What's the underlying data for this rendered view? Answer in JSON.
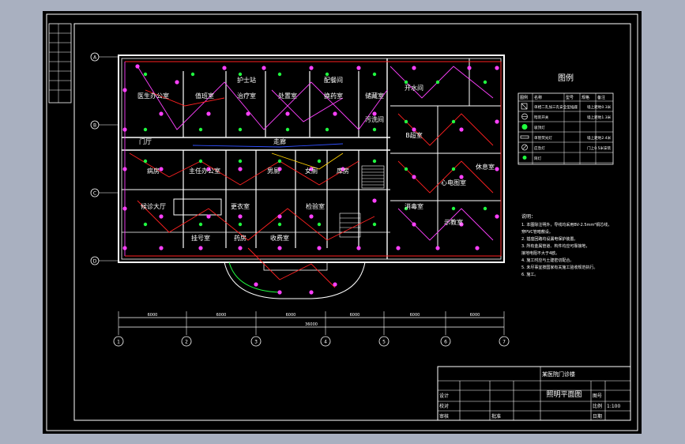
{
  "legend": {
    "title": "图例",
    "headers": [
      "图例",
      "名称",
      "型号",
      "规格",
      "备注"
    ],
    "rows": [
      {
        "icon": "socket-icon",
        "name": "单相二孔加三孔安全型插座",
        "note": "墙上距地0.3米"
      },
      {
        "icon": "outlet-icon",
        "name": "暗装开关",
        "note": "墙上距地1.3米"
      },
      {
        "icon": "ceiling-lamp-icon",
        "name": "吸顶灯"
      },
      {
        "icon": "fluorescent-icon",
        "name": "单管荧光灯",
        "note": "墙上距地2.4米"
      },
      {
        "icon": "emergency-lamp-icon",
        "name": "应急灯",
        "note": "门上0.5米安装"
      },
      {
        "icon": "light-point-icon",
        "name": "筒灯"
      }
    ]
  },
  "notes": {
    "title": "说明：",
    "lines": [
      "1. 本图除注明外，导线均采用BV-2.5mm²铜芯线，",
      "   穿PVC管暗敷设。",
      "2. 插座回路均设漏电保护装置。",
      "3. 所有金属管道、构件均应可靠接地，",
      "   接地电阻不大于4欧。",
      "4. 施工时应与土建密切配合。",
      "5. 未尽事宜按国家有关施工验收规范执行。",
      "6. 施工。"
    ]
  },
  "rooms": [
    {
      "id": "r1",
      "label": "医生办公室"
    },
    {
      "id": "r2",
      "label": "值班室"
    },
    {
      "id": "r3",
      "label": "治疗室"
    },
    {
      "id": "r4",
      "label": "处置室"
    },
    {
      "id": "r5",
      "label": "换药室"
    },
    {
      "id": "r6",
      "label": "储藏室"
    },
    {
      "id": "r7",
      "label": "护士站"
    },
    {
      "id": "r8",
      "label": "配餐间"
    },
    {
      "id": "r9",
      "label": "污洗间"
    },
    {
      "id": "r10",
      "label": "开水间"
    },
    {
      "id": "r11",
      "label": "病房"
    },
    {
      "id": "r12",
      "label": "主任办公室"
    },
    {
      "id": "r13",
      "label": "更衣室"
    },
    {
      "id": "r14",
      "label": "男厕"
    },
    {
      "id": "r15",
      "label": "女厕"
    },
    {
      "id": "r16",
      "label": "库房"
    },
    {
      "id": "r17",
      "label": "候诊大厅"
    },
    {
      "id": "r18",
      "label": "挂号室"
    },
    {
      "id": "r19",
      "label": "药房"
    },
    {
      "id": "r20",
      "label": "收费室"
    },
    {
      "id": "r21",
      "label": "检验室"
    },
    {
      "id": "r22",
      "label": "B超室"
    },
    {
      "id": "r23",
      "label": "心电图室"
    },
    {
      "id": "r24",
      "label": "门厅"
    },
    {
      "id": "r25",
      "label": "消毒室"
    },
    {
      "id": "r26",
      "label": "示教室"
    },
    {
      "id": "r27",
      "label": "休息室"
    },
    {
      "id": "r28",
      "label": "走廊"
    }
  ],
  "axes": {
    "vertical": [
      "A",
      "B",
      "C",
      "D"
    ],
    "horizontal": [
      "1",
      "2",
      "3",
      "4",
      "5",
      "6",
      "7"
    ],
    "dims": [
      "6000",
      "6000",
      "6000",
      "6000",
      "6000",
      "6000"
    ],
    "total": "36000"
  },
  "title_block": {
    "project": "某医院门诊楼",
    "drawing_title": "照明平面图",
    "labels": [
      "设计",
      "校对",
      "审核",
      "批准"
    ],
    "sheet_no_label": "图号",
    "scale_label": "比例",
    "scale": "1:100",
    "date_label": "日期"
  },
  "colors": {
    "background": "#000000",
    "border": "#ffffff",
    "wiring": "#ff2020",
    "wiring_alt": "#ff40ff",
    "fixtures": "#ff40ff",
    "switches": "#20ff40",
    "signal": "#3050ff",
    "accent": "#ffd000"
  }
}
